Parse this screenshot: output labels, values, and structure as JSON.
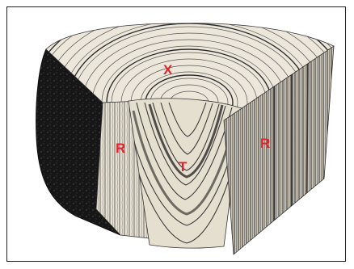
{
  "illustration": {
    "subject": "wood-block-cut-surfaces",
    "labels": {
      "cross_section": "X",
      "radial_left": "R",
      "tangential": "T",
      "radial_right": "R"
    },
    "colors": {
      "label": "#e0232e",
      "frame": "#222222",
      "bark": "#151515",
      "wood_light": "#e9e4d6",
      "grain_dark": "#3a3a3a"
    }
  }
}
